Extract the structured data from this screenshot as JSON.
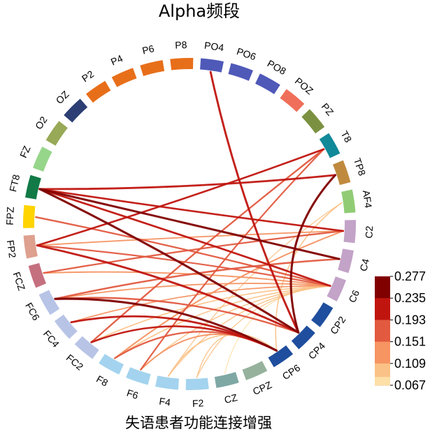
{
  "title": "Alpha频段",
  "subtitle": "失语患者功能连接增强",
  "nodes": [
    {
      "name": "AF4",
      "color": "#91cc75"
    },
    {
      "name": "C2",
      "color": "#c3a3c8"
    },
    {
      "name": "C4",
      "color": "#c3a3c8"
    },
    {
      "name": "C6",
      "color": "#c3a3c8"
    },
    {
      "name": "CP2",
      "color": "#1f4e9e"
    },
    {
      "name": "CP4",
      "color": "#1f4e9e"
    },
    {
      "name": "CP6",
      "color": "#1f4e9e"
    },
    {
      "name": "CPZ",
      "color": "#96b29c"
    },
    {
      "name": "CZ",
      "color": "#7fa8a5"
    },
    {
      "name": "F2",
      "color": "#a3d3ee"
    },
    {
      "name": "F4",
      "color": "#a3d3ee"
    },
    {
      "name": "F6",
      "color": "#a3d3ee"
    },
    {
      "name": "F8",
      "color": "#a3d3ee"
    },
    {
      "name": "FC2",
      "color": "#b8c4e6"
    },
    {
      "name": "FC4",
      "color": "#b8c4e6"
    },
    {
      "name": "FC6",
      "color": "#b8c4e6"
    },
    {
      "name": "FCZ",
      "color": "#c5707f"
    },
    {
      "name": "FP2",
      "color": "#dea08f"
    },
    {
      "name": "FPZ",
      "color": "#ffd400"
    },
    {
      "name": "FT8",
      "color": "#127a46"
    },
    {
      "name": "FZ",
      "color": "#96d68a"
    },
    {
      "name": "O2",
      "color": "#98a957"
    },
    {
      "name": "OZ",
      "color": "#2c3e73"
    },
    {
      "name": "P2",
      "color": "#e86f1a"
    },
    {
      "name": "P4",
      "color": "#e86f1a"
    },
    {
      "name": "P6",
      "color": "#e86f1a"
    },
    {
      "name": "P8",
      "color": "#e86f1a"
    },
    {
      "name": "PO4",
      "color": "#4f59b8"
    },
    {
      "name": "PO6",
      "color": "#4f59b8"
    },
    {
      "name": "PO8",
      "color": "#4f59b8"
    },
    {
      "name": "POZ",
      "color": "#ef6f5a"
    },
    {
      "name": "PZ",
      "color": "#7b9141"
    },
    {
      "name": "T8",
      "color": "#108998"
    },
    {
      "name": "TP8",
      "color": "#c08a3e"
    }
  ],
  "links": [
    {
      "from": "C6",
      "to": "CZ",
      "value": 0.08
    },
    {
      "from": "C6",
      "to": "F2",
      "value": 0.09
    },
    {
      "from": "C6",
      "to": "F4",
      "value": 0.1
    },
    {
      "from": "C6",
      "to": "F6",
      "value": 0.11
    },
    {
      "from": "C6",
      "to": "F8",
      "value": 0.12
    },
    {
      "from": "C6",
      "to": "FC2",
      "value": 0.13
    },
    {
      "from": "C6",
      "to": "FC4",
      "value": 0.14
    },
    {
      "from": "C6",
      "to": "FC6",
      "value": 0.15
    },
    {
      "from": "C6",
      "to": "FCZ",
      "value": 0.16
    },
    {
      "from": "C6",
      "to": "FP2",
      "value": 0.18
    },
    {
      "from": "C6",
      "to": "FPZ",
      "value": 0.2
    },
    {
      "from": "C6",
      "to": "FT8",
      "value": 0.23
    },
    {
      "from": "C4",
      "to": "FT8",
      "value": 0.26
    },
    {
      "from": "C2",
      "to": "FT8",
      "value": 0.22
    },
    {
      "from": "C2",
      "to": "FCZ",
      "value": 0.19
    },
    {
      "from": "C2",
      "to": "F8",
      "value": 0.17
    },
    {
      "from": "C4",
      "to": "FC6",
      "value": 0.21
    },
    {
      "from": "CP4",
      "to": "FP2",
      "value": 0.25
    },
    {
      "from": "CP4",
      "to": "FC6",
      "value": 0.2
    },
    {
      "from": "CP4",
      "to": "FT8",
      "value": 0.27
    },
    {
      "from": "CP4",
      "to": "PO4",
      "value": 0.25
    },
    {
      "from": "CP6",
      "to": "FC6",
      "value": 0.27
    },
    {
      "from": "CP6",
      "to": "FC4",
      "value": 0.24
    },
    {
      "from": "CP6",
      "to": "FC2",
      "value": 0.22
    },
    {
      "from": "CP6",
      "to": "F8",
      "value": 0.19
    },
    {
      "from": "CP6",
      "to": "F6",
      "value": 0.16
    },
    {
      "from": "CP6",
      "to": "F4",
      "value": 0.13
    },
    {
      "from": "CP6",
      "to": "F2",
      "value": 0.1
    },
    {
      "from": "T8",
      "to": "F6",
      "value": 0.18
    },
    {
      "from": "T8",
      "to": "FC2",
      "value": 0.2
    },
    {
      "from": "T8",
      "to": "FP2",
      "value": 0.22
    },
    {
      "from": "TP8",
      "to": "CP4",
      "value": 0.26
    },
    {
      "from": "TP8",
      "to": "FT8",
      "value": 0.24
    },
    {
      "from": "AF4",
      "to": "CP6",
      "value": 0.12
    },
    {
      "from": "AF4",
      "to": "F4",
      "value": 0.09
    },
    {
      "from": "C2",
      "to": "FP2",
      "value": 0.15
    }
  ],
  "legend": {
    "ticks": [
      "0.277",
      "0.235",
      "0.193",
      "0.151",
      "0.109",
      "0.067"
    ],
    "colors": [
      "#800000",
      "#c0150f",
      "#e25a40",
      "#f69462",
      "#fbc287",
      "#fddfa7"
    ]
  }
}
